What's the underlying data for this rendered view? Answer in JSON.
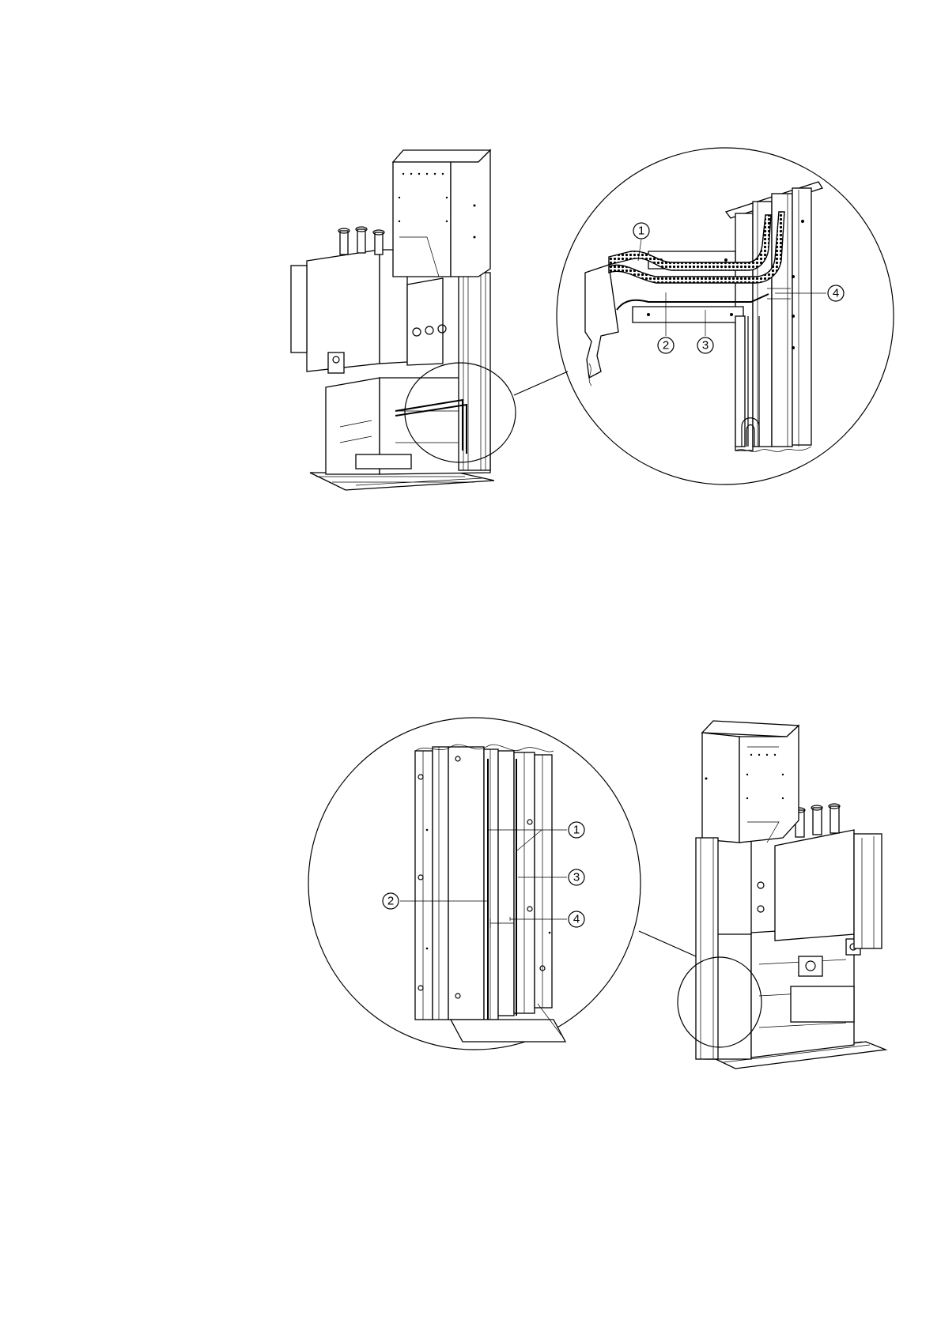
{
  "figure_top": {
    "callouts": [
      {
        "id": "c1",
        "label": "1"
      },
      {
        "id": "c2",
        "label": "2"
      },
      {
        "id": "c3",
        "label": "3"
      },
      {
        "id": "c4",
        "label": "4"
      }
    ]
  },
  "figure_bottom": {
    "callouts": [
      {
        "id": "c1",
        "label": "1"
      },
      {
        "id": "c2",
        "label": "2"
      },
      {
        "id": "c3",
        "label": "3"
      },
      {
        "id": "c4",
        "label": "4"
      }
    ]
  }
}
